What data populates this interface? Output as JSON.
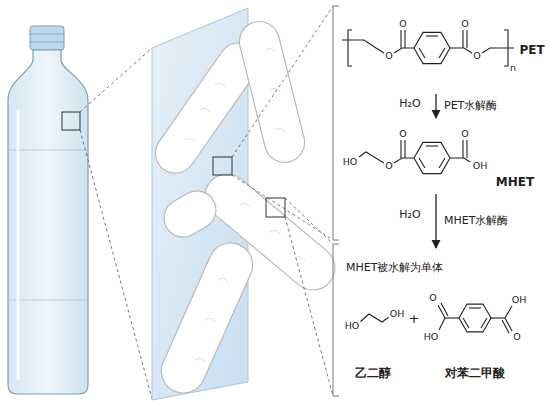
{
  "diagram": {
    "nodes": [
      {
        "text": [
          "PET",
          "O",
          "O",
          "O",
          "O",
          "n"
        ]
      },
      {
        "text": [
          "MHET",
          "HO",
          "O",
          "O",
          "O",
          "OH"
        ]
      },
      {
        "text": [
          "MHET被水解为单体",
          "HO",
          "OH",
          "+",
          "HO",
          "O",
          "O",
          "OH",
          "乙二醇",
          "对苯二甲酸"
        ]
      }
    ],
    "edges": [
      {
        "from": 0,
        "to": 1,
        "arrow": "to",
        "label": "PET水解酶"
      },
      {
        "from": 1,
        "to": 2,
        "arrow": "to",
        "label": "MHET水解酶"
      }
    ],
    "labels": [
      "H₂O",
      "H₂O"
    ]
  }
}
